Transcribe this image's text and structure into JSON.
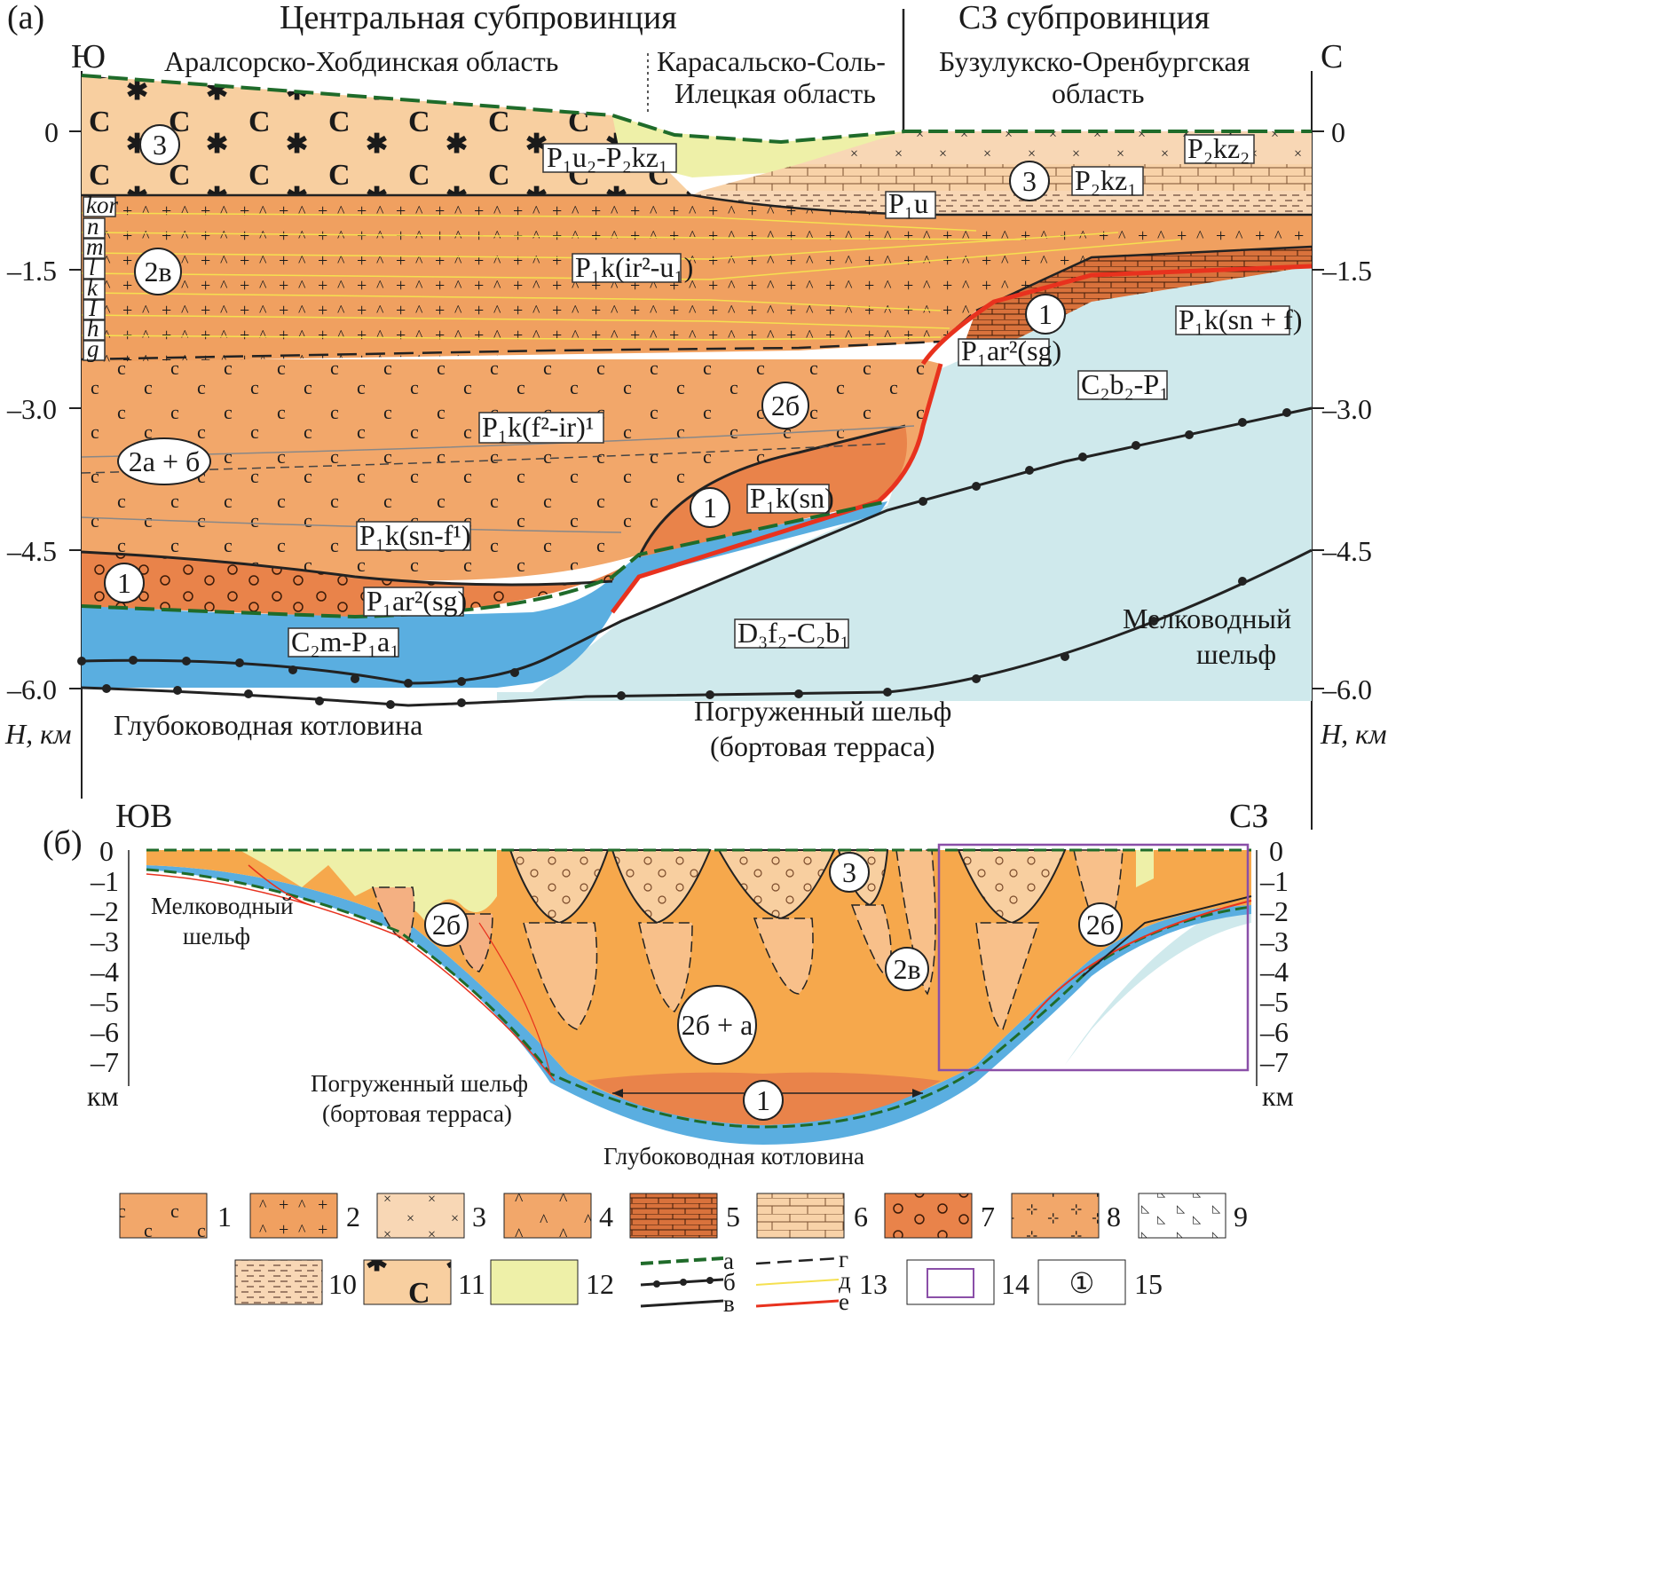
{
  "panel_a": {
    "tag": "(а)",
    "subprov_left": "Центральная субпровинция",
    "subprov_right": "СЗ субпровинция",
    "dir_left": "Ю",
    "dir_right": "С",
    "region_1": "Аралсорско-Хобдинская область",
    "region_2_l1": "Карасальско-Соль-",
    "region_2_l2": "Илецкая область",
    "region_3_l1": "Бузулукско-Оренбургская",
    "region_3_l2": "область",
    "ticks": [
      "0",
      "–1.5",
      "–3.0",
      "–4.5",
      "–6.0"
    ],
    "axis_unit": "H, км",
    "zone_labels": [
      "kor",
      "n",
      "m",
      "l",
      "k",
      "I",
      "h",
      "g"
    ],
    "formations": {
      "f1": "P₁u₂-P₂kz₁",
      "f2": "P₂kz₂",
      "f3": "P₂kz₁",
      "f4": "P₁u",
      "f5": "P₁k(ir²-u₁)",
      "f6": "P₁k(sn + f)",
      "f7": "P₁ar²(sg)",
      "f8": "C₂b₂-P₁",
      "f9": "P₁k(f²-ir)¹",
      "f10": "P₁k(sn)",
      "f11": "P₁k(sn-f¹)",
      "f12": "P₁ar²(sg)",
      "f13": "C₂m-P₁a₁",
      "f14": "D₃f₂-C₂b₁"
    },
    "circles": {
      "c1": "3",
      "c2": "3",
      "c3": "2в",
      "c4": "1",
      "c5": "2б",
      "c6": "2а + б",
      "c7": "1",
      "c8": "1"
    },
    "shelf_shallow_l1": "Мелководный",
    "shelf_shallow_l2": "шельф",
    "basin": "Глубоководная котловина",
    "shelf_sub_l1": "Погруженный шельф",
    "shelf_sub_l2": "(бортовая терраса)"
  },
  "panel_b": {
    "tag": "(б)",
    "dir_left": "ЮВ",
    "dir_right": "СЗ",
    "ticks": [
      "0",
      "–1",
      "–2",
      "–3",
      "–4",
      "–5",
      "–6",
      "–7"
    ],
    "unit": "км",
    "shelf_shallow_l1": "Мелководный",
    "shelf_shallow_l2": "шельф",
    "shelf_sub_l1": "Погруженный шельф",
    "shelf_sub_l2": "(бортовая терраса)",
    "basin": "Глубоководная котловина",
    "circles": {
      "c1": "3",
      "c2": "2б",
      "c3": "2в",
      "c4": "2б",
      "c5": "2б + а",
      "c6": "1"
    }
  },
  "legend": {
    "items": [
      "1",
      "2",
      "3",
      "4",
      "5",
      "6",
      "7",
      "8",
      "9",
      "10",
      "11",
      "12"
    ],
    "line_a": "а",
    "line_b": "б",
    "line_v": "в",
    "line_g": "г",
    "line_d": "д",
    "line_e": "е",
    "n13": "13",
    "n14": "14",
    "n15": "15",
    "circle15": "①"
  },
  "colors": {
    "orange_light": "#f7c89a",
    "orange_mid": "#f2a76a",
    "orange_dark": "#e9834a",
    "yellow_green": "#eef0a8",
    "blue": "#5aaee0",
    "pale_blue": "#cfe9ec",
    "green_line": "#1f6b2a",
    "red_line": "#e8321e",
    "purple_frame": "#8a4fa8"
  }
}
